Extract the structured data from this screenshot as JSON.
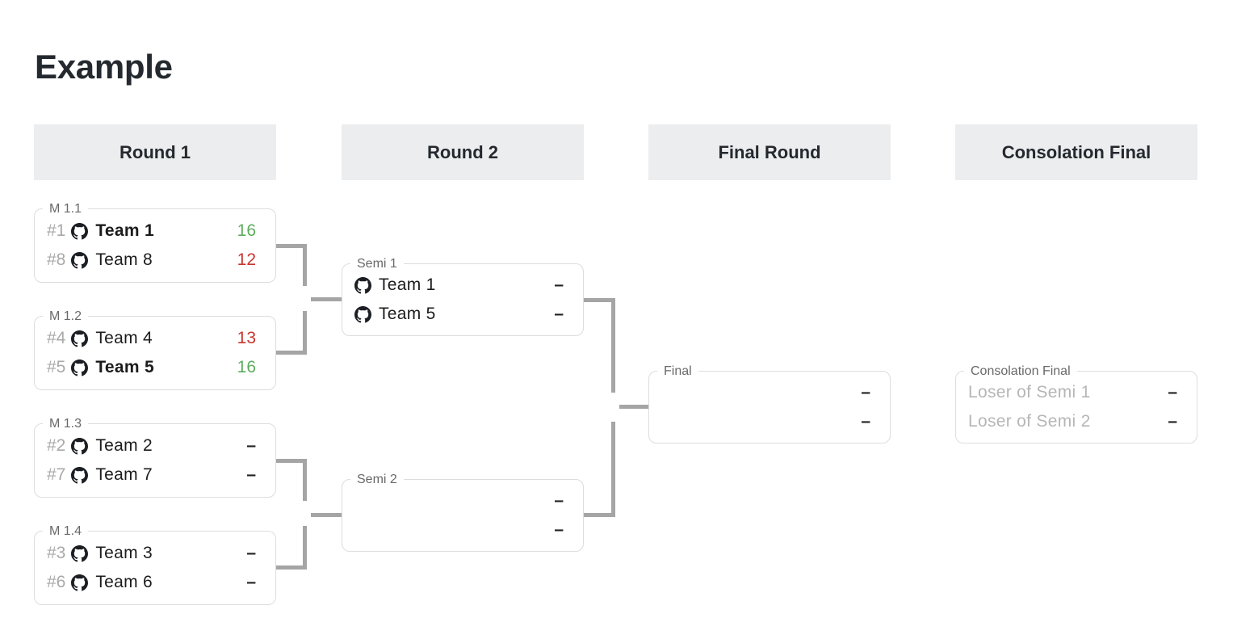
{
  "title": "Example",
  "columns": [
    {
      "header": "Round 1"
    },
    {
      "header": "Round 2"
    },
    {
      "header": "Final Round"
    },
    {
      "header": "Consolation Final"
    }
  ],
  "matches": {
    "m1_1": {
      "label": "M 1.1",
      "top": {
        "seed": "#1",
        "name": "Team 1",
        "score": "16",
        "result": "win"
      },
      "bottom": {
        "seed": "#8",
        "name": "Team 8",
        "score": "12",
        "result": "loss"
      }
    },
    "m1_2": {
      "label": "M 1.2",
      "top": {
        "seed": "#4",
        "name": "Team 4",
        "score": "13",
        "result": "loss"
      },
      "bottom": {
        "seed": "#5",
        "name": "Team 5",
        "score": "16",
        "result": "win"
      }
    },
    "m1_3": {
      "label": "M 1.3",
      "top": {
        "seed": "#2",
        "name": "Team 2",
        "score": "–",
        "result": "pending"
      },
      "bottom": {
        "seed": "#7",
        "name": "Team 7",
        "score": "–",
        "result": "pending"
      }
    },
    "m1_4": {
      "label": "M 1.4",
      "top": {
        "seed": "#3",
        "name": "Team 3",
        "score": "–",
        "result": "pending"
      },
      "bottom": {
        "seed": "#6",
        "name": "Team 6",
        "score": "–",
        "result": "pending"
      }
    },
    "semi1": {
      "label": "Semi 1",
      "top": {
        "name": "Team 1",
        "score": "–",
        "result": "pending"
      },
      "bottom": {
        "name": "Team 5",
        "score": "–",
        "result": "pending"
      }
    },
    "semi2": {
      "label": "Semi 2",
      "top": {
        "name": "",
        "score": "–",
        "result": "pending"
      },
      "bottom": {
        "name": "",
        "score": "–",
        "result": "pending"
      }
    },
    "final": {
      "label": "Final",
      "top": {
        "name": "",
        "score": "–",
        "result": "pending"
      },
      "bottom": {
        "name": "",
        "score": "–",
        "result": "pending"
      }
    },
    "consolation": {
      "label": "Consolation Final",
      "top": {
        "name": "Loser of Semi 1",
        "score": "–",
        "result": "pending"
      },
      "bottom": {
        "name": "Loser of Semi 2",
        "score": "–",
        "result": "pending"
      }
    }
  },
  "icons": {
    "team_icon": "github-mark-icon"
  },
  "colors": {
    "win_score": "#5dad5d",
    "loss_score": "#c8352e",
    "connector": "#a5a5a5",
    "header_bg": "#ecedee",
    "label_text": "#696969",
    "seed_text": "#a9a9a9",
    "placeholder_text": "#b6b6b6"
  }
}
